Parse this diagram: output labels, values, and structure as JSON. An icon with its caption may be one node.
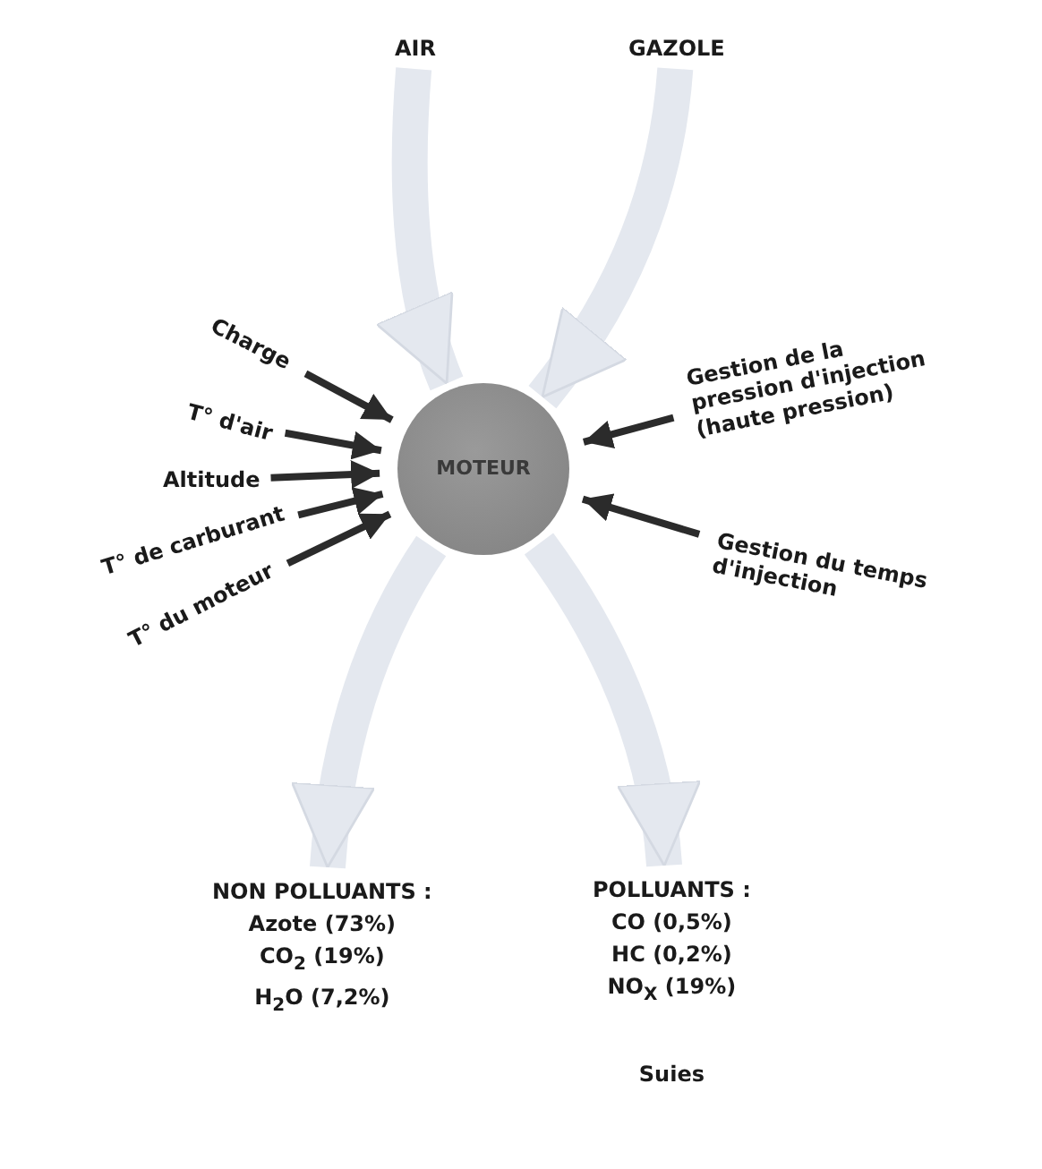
{
  "diagram": {
    "nodes": [
      {
        "text": [
          "AIR"
        ]
      },
      {
        "text": [
          "GAZOLE"
        ]
      },
      {
        "text": [
          "MOTEUR"
        ]
      },
      {
        "text": [
          "Charge"
        ]
      },
      {
        "text": [
          "T° d'air"
        ]
      },
      {
        "text": [
          "Altitude"
        ]
      },
      {
        "text": [
          "T° de carburant"
        ]
      },
      {
        "text": [
          "T° du moteur"
        ]
      },
      {
        "text": [
          "Gestion de la pression d'injection (haute pression)"
        ]
      },
      {
        "text": [
          "Gestion du temps d'injection"
        ]
      },
      {
        "text": [
          "NON POLLUANTS :",
          "Azote (73%)",
          "CO$_{2}$ (19%)",
          "H$_{2}$O (7,2%)"
        ]
      },
      {
        "text": [
          "POLLUANTS :",
          "CO (0,5%)",
          "HC (0,2%)",
          "NO$_{X}$ (19%)",
          "Suies"
        ]
      }
    ],
    "edges": [
      {
        "from": 0,
        "to": 2,
        "arrow": "to",
        "style": "thick",
        "color": "#e4e8ef"
      },
      {
        "from": 1,
        "to": 2,
        "arrow": "to",
        "style": "thick",
        "color": "#e4e8ef"
      },
      {
        "from": 3,
        "to": 2,
        "arrow": "to"
      },
      {
        "from": 4,
        "to": 2,
        "arrow": "to"
      },
      {
        "from": 5,
        "to": 2,
        "arrow": "to"
      },
      {
        "from": 6,
        "to": 2,
        "arrow": "to"
      },
      {
        "from": 7,
        "to": 2,
        "arrow": "to"
      },
      {
        "from": 8,
        "to": 2,
        "arrow": "to"
      },
      {
        "from": 9,
        "to": 2,
        "arrow": "to"
      },
      {
        "from": 2,
        "to": 10,
        "arrow": "to",
        "style": "thick",
        "color": "#e4e8ef"
      },
      {
        "from": 2,
        "to": 11,
        "arrow": "to",
        "style": "thick",
        "color": "#e4e8ef"
      }
    ]
  }
}
